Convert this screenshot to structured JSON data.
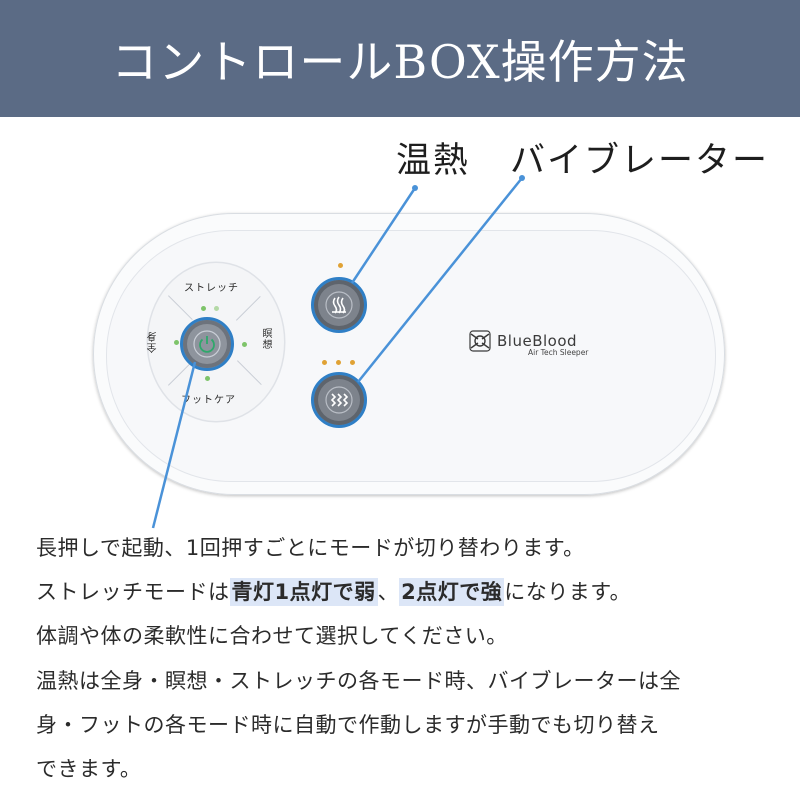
{
  "header": {
    "title": "コントロールBOX操作方法"
  },
  "labels": {
    "heat": "温熱",
    "vibrator": "バイブレーター"
  },
  "controller": {
    "dial": {
      "top": "ストレッチ",
      "bottom": "フットケア",
      "right": "瞑想",
      "left": "全身"
    },
    "brand": {
      "name": "BlueBlood",
      "tagline": "Air Tech Sleeper"
    },
    "colors": {
      "accent_ring": "#2f7fc6",
      "led_green": "#7ec46a",
      "led_amber": "#e0a235",
      "header_bg": "#5b6b85"
    }
  },
  "description": {
    "line1": "長押しで起動、1回押すごとにモードが切り替わります。",
    "line2_a": "ストレッチモードは",
    "line2_hl1": "青灯1点灯で弱",
    "line2_b": "、",
    "line2_hl2": "2点灯で強",
    "line2_c": "になります。",
    "line3": "体調や体の柔軟性に合わせて選択してください。",
    "line4": "温熱は全身・瞑想・ストレッチの各モード時、バイブレーターは全",
    "line5": "身・フットの各モード時に自動で作動しますが手動でも切り替え",
    "line6": "できます。"
  }
}
